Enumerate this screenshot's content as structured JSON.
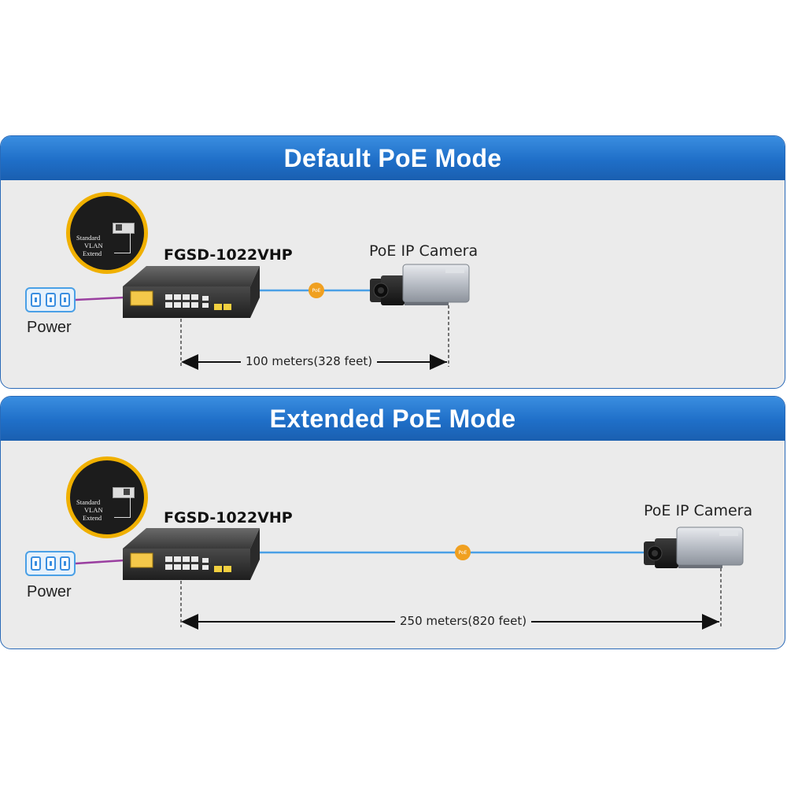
{
  "panels": [
    {
      "title": "Default PoE Mode",
      "switch_model": "FGSD-1022VHP",
      "camera_label": "PoE IP Camera",
      "power_label": "Power",
      "distance_label": "100 meters(328 feet)",
      "poe_badge": "PoE",
      "mode_options": [
        "Standard",
        "VLAN",
        "Extend"
      ]
    },
    {
      "title": "Extended PoE Mode",
      "switch_model": "FGSD-1022VHP",
      "camera_label": "PoE IP Camera",
      "power_label": "Power",
      "distance_label": "250 meters(820 feet)",
      "poe_badge": "PoE",
      "mode_options": [
        "Standard",
        "VLAN",
        "Extend"
      ]
    }
  ],
  "colors": {
    "header_blue": "#1f6fc8",
    "panel_bg": "#ebebeb",
    "poe_cable": "#4aa0e6",
    "power_cable": "#9a3fa0",
    "poe_badge": "#f0a020",
    "zoom_ring": "#f0b000"
  }
}
